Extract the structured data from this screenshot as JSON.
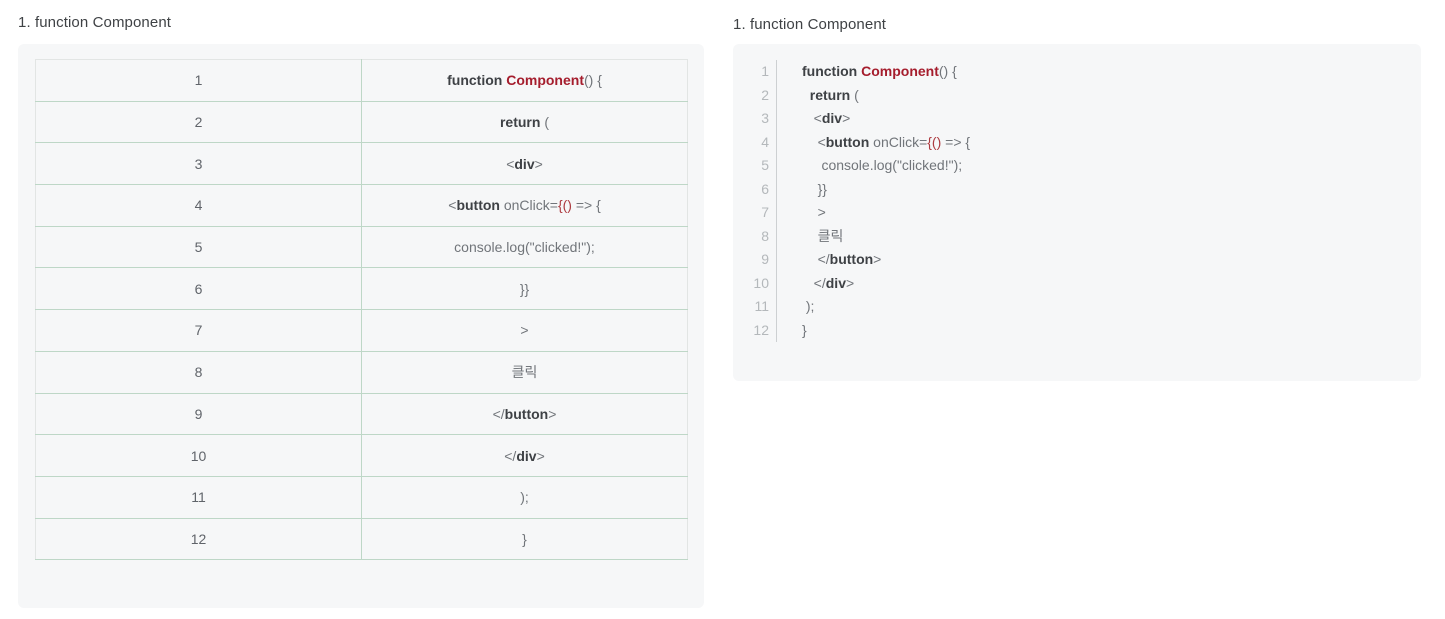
{
  "colors": {
    "page_bg": "#ffffff",
    "panel_bg": "#f6f7f8",
    "table_border_outer": "#e2e5e4",
    "table_border_inner_green": "#bed7c7",
    "title_text": "#3f4245",
    "code_plain": "#71757a",
    "code_keyword_bold": "#3e4145",
    "code_component_red": "#a51d2d",
    "code_brace_red": "#ad3b40",
    "left_line_number": "#60646a",
    "right_line_number": "#b4b8bb",
    "right_divider": "#cdd0d2"
  },
  "left_section": {
    "title": "1. function Component"
  },
  "right_section": {
    "title": "1. function Component"
  },
  "code": {
    "lines": [
      {
        "n": "1",
        "indent": 0,
        "segs": [
          {
            "t": "function ",
            "s": "k"
          },
          {
            "t": "Component",
            "s": "r"
          },
          {
            "t": "() {",
            "s": "p"
          }
        ]
      },
      {
        "n": "2",
        "indent": 2,
        "segs": [
          {
            "t": "return",
            "s": "k"
          },
          {
            "t": " (",
            "s": "p"
          }
        ]
      },
      {
        "n": "3",
        "indent": 3,
        "segs": [
          {
            "t": "<",
            "s": "p"
          },
          {
            "t": "div",
            "s": "k"
          },
          {
            "t": ">",
            "s": "p"
          }
        ]
      },
      {
        "n": "4",
        "indent": 4,
        "segs": [
          {
            "t": "<",
            "s": "p"
          },
          {
            "t": "button",
            "s": "k"
          },
          {
            "t": " onClick=",
            "s": "p"
          },
          {
            "t": "{()",
            "s": "rp"
          },
          {
            "t": " => {",
            "s": "p"
          }
        ]
      },
      {
        "n": "5",
        "indent": 5,
        "segs": [
          {
            "t": "console.log(\"clicked!\");",
            "s": "p"
          }
        ]
      },
      {
        "n": "6",
        "indent": 4,
        "segs": [
          {
            "t": "}}",
            "s": "p"
          }
        ]
      },
      {
        "n": "7",
        "indent": 4,
        "segs": [
          {
            "t": ">",
            "s": "p"
          }
        ]
      },
      {
        "n": "8",
        "indent": 4,
        "segs": [
          {
            "t": "클릭",
            "s": "p"
          }
        ]
      },
      {
        "n": "9",
        "indent": 4,
        "segs": [
          {
            "t": "</",
            "s": "p"
          },
          {
            "t": "button",
            "s": "k"
          },
          {
            "t": ">",
            "s": "p"
          }
        ]
      },
      {
        "n": "10",
        "indent": 3,
        "segs": [
          {
            "t": "</",
            "s": "p"
          },
          {
            "t": "div",
            "s": "k"
          },
          {
            "t": ">",
            "s": "p"
          }
        ]
      },
      {
        "n": "11",
        "indent": 1,
        "segs": [
          {
            "t": ");",
            "s": "p"
          }
        ]
      },
      {
        "n": "12",
        "indent": 0,
        "segs": [
          {
            "t": "}",
            "s": "p"
          }
        ]
      }
    ]
  }
}
